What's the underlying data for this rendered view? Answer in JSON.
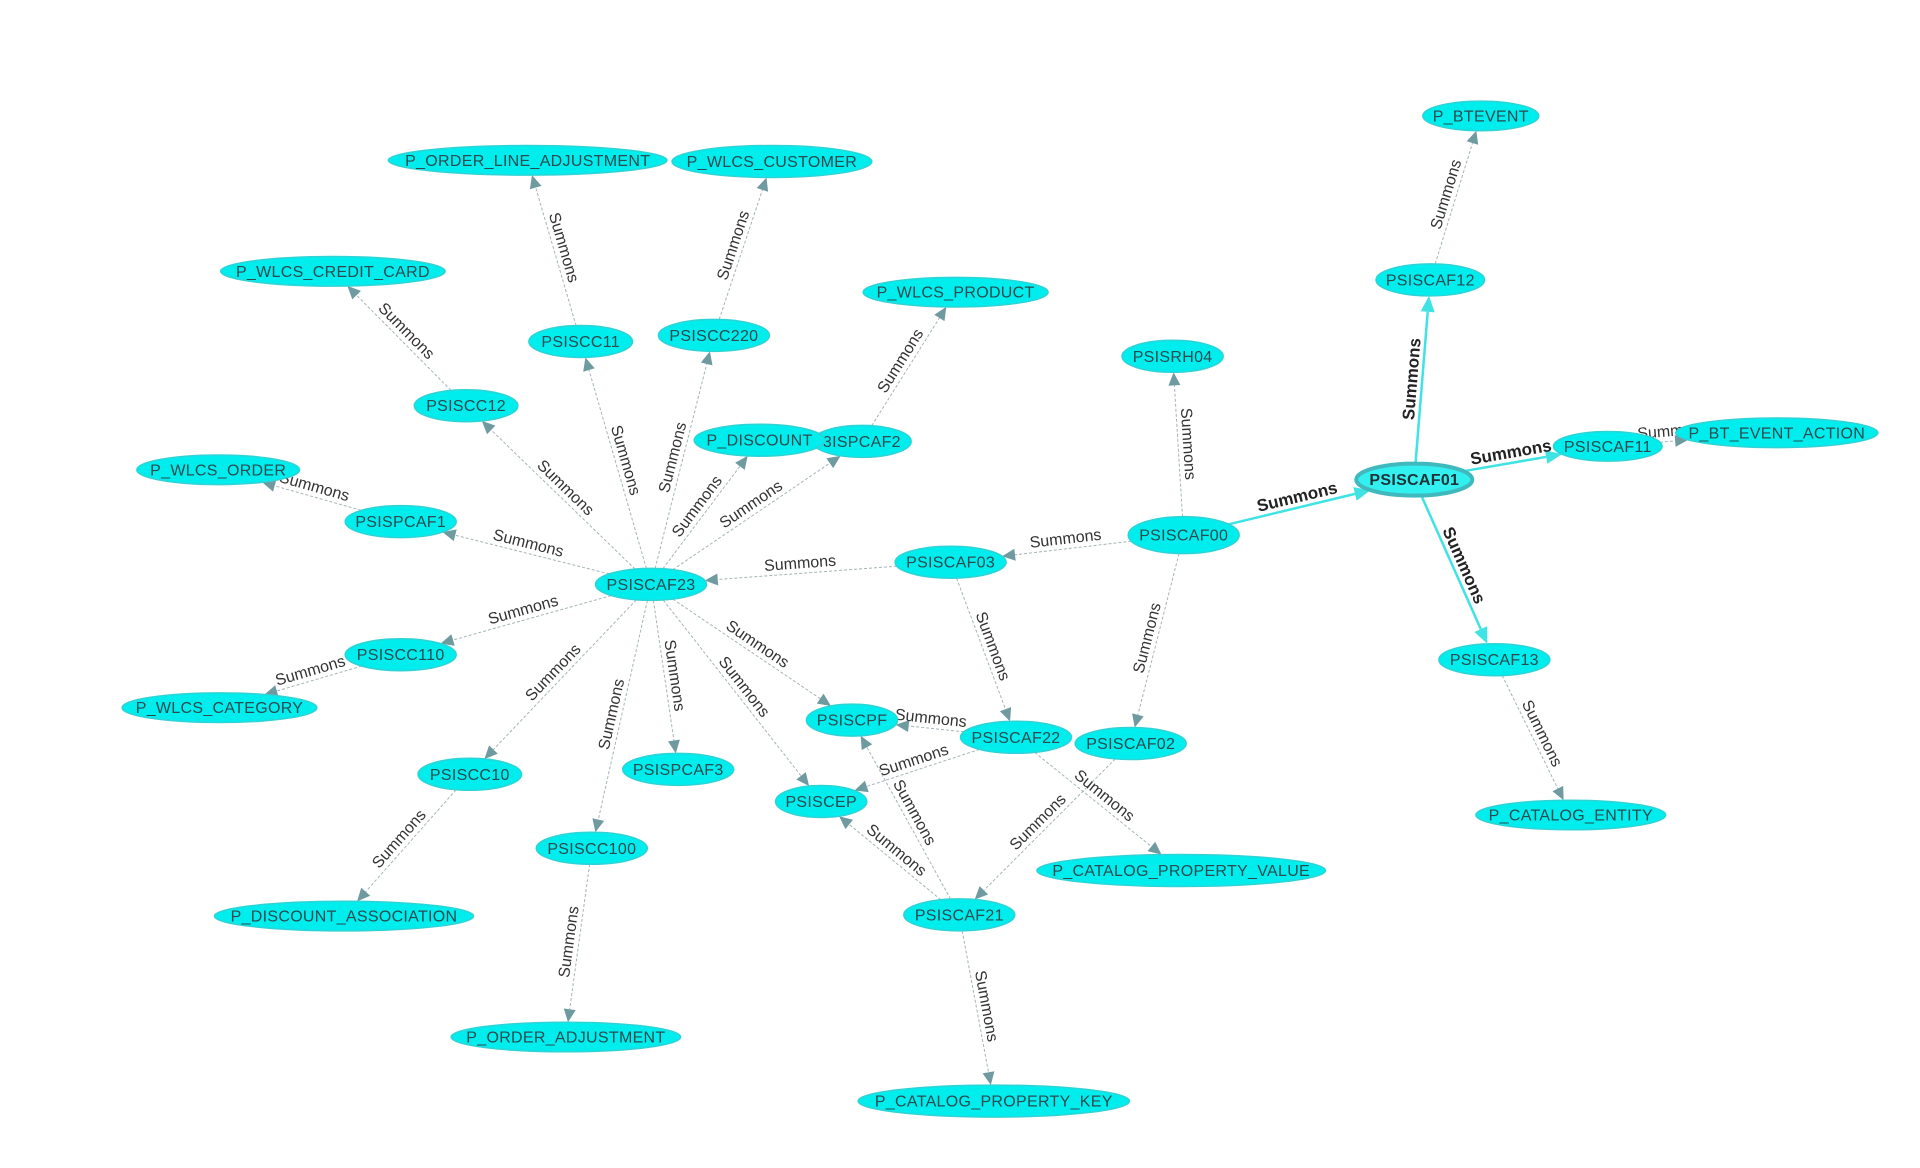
{
  "graph": {
    "edge_label": "Summons",
    "node_fill": "#00eded",
    "strong_edge_color": "#3fe3e3",
    "edge_color": "#a5b4b6",
    "nodes": [
      {
        "id": "PSISCAF01",
        "label": "PSISCAF01",
        "central": true
      },
      {
        "id": "PSISCAF00",
        "label": "PSISCAF00"
      },
      {
        "id": "PSISCAF12",
        "label": "PSISCAF12"
      },
      {
        "id": "P_BTEVENT",
        "label": "P_BTEVENT"
      },
      {
        "id": "PSISCAF11",
        "label": "PSISCAF11"
      },
      {
        "id": "P_BT_EVENT_ACTION",
        "label": "P_BT_EVENT_ACTION"
      },
      {
        "id": "PSISCAF13",
        "label": "PSISCAF13"
      },
      {
        "id": "P_CATALOG_ENTITY",
        "label": "P_CATALOG_ENTITY"
      },
      {
        "id": "PSISRH04",
        "label": "PSISRH04"
      },
      {
        "id": "PSISCAF03",
        "label": "PSISCAF03"
      },
      {
        "id": "PSISCAF02",
        "label": "PSISCAF02"
      },
      {
        "id": "PSISCAF23",
        "label": "PSISCAF23"
      },
      {
        "id": "PSISCAF22",
        "label": "PSISCAF22"
      },
      {
        "id": "PSISCAF21",
        "label": "PSISCAF21"
      },
      {
        "id": "PSISCPF",
        "label": "PSISCPF"
      },
      {
        "id": "PSISCEP",
        "label": "PSISCEP"
      },
      {
        "id": "P_CATALOG_PROPERTY_VALUE",
        "label": "P_CATALOG_PROPERTY_VALUE"
      },
      {
        "id": "P_CATALOG_PROPERTY_KEY",
        "label": "P_CATALOG_PROPERTY_KEY"
      },
      {
        "id": "PSISPCAF2",
        "label": "PSISPCAF2",
        "shown": "3ISPCAF2"
      },
      {
        "id": "P_WLCS_PRODUCT",
        "label": "P_WLCS_PRODUCT"
      },
      {
        "id": "P_DISCOUNT",
        "label": "P_DISCOUNT"
      },
      {
        "id": "PSISCC220",
        "label": "PSISCC220"
      },
      {
        "id": "P_WLCS_CUSTOMER",
        "label": "P_WLCS_CUSTOMER"
      },
      {
        "id": "PSISCC11",
        "label": "PSISCC11"
      },
      {
        "id": "P_ORDER_LINE_ADJUSTMENT",
        "label": "P_ORDER_LINE_ADJUSTMENT"
      },
      {
        "id": "PSISCC12",
        "label": "PSISCC12"
      },
      {
        "id": "P_WLCS_CREDIT_CARD",
        "label": "P_WLCS_CREDIT_CARD"
      },
      {
        "id": "PSISPCAF1",
        "label": "PSISPCAF1"
      },
      {
        "id": "P_WLCS_ORDER",
        "label": "P_WLCS_ORDER"
      },
      {
        "id": "PSISCC110",
        "label": "PSISCC110"
      },
      {
        "id": "P_WLCS_CATEGORY",
        "label": "P_WLCS_CATEGORY"
      },
      {
        "id": "PSISCC10",
        "label": "PSISCC10"
      },
      {
        "id": "P_DISCOUNT_ASSOCIATION",
        "label": "P_DISCOUNT_ASSOCIATION"
      },
      {
        "id": "PSISCC100",
        "label": "PSISCC100"
      },
      {
        "id": "P_ORDER_ADJUSTMENT",
        "label": "P_ORDER_ADJUSTMENT"
      },
      {
        "id": "PSISPCAF3",
        "label": "PSISPCAF3"
      }
    ],
    "edges": [
      {
        "from": "PSISCAF01",
        "to": "PSISCAF12",
        "strong": true
      },
      {
        "from": "PSISCAF01",
        "to": "PSISCAF11",
        "strong": true
      },
      {
        "from": "PSISCAF01",
        "to": "PSISCAF13",
        "strong": true
      },
      {
        "from": "PSISCAF00",
        "to": "PSISCAF01",
        "strong": true
      },
      {
        "from": "PSISCAF12",
        "to": "P_BTEVENT"
      },
      {
        "from": "PSISCAF11",
        "to": "P_BT_EVENT_ACTION"
      },
      {
        "from": "PSISCAF13",
        "to": "P_CATALOG_ENTITY"
      },
      {
        "from": "PSISCAF00",
        "to": "PSISRH04"
      },
      {
        "from": "PSISCAF00",
        "to": "PSISCAF03"
      },
      {
        "from": "PSISCAF00",
        "to": "PSISCAF02"
      },
      {
        "from": "PSISCAF03",
        "to": "PSISCAF23"
      },
      {
        "from": "PSISCAF03",
        "to": "PSISCAF22"
      },
      {
        "from": "PSISCAF02",
        "to": "PSISCAF21"
      },
      {
        "from": "PSISCAF23",
        "to": "PSISPCAF2"
      },
      {
        "from": "PSISCAF23",
        "to": "P_DISCOUNT"
      },
      {
        "from": "PSISCAF23",
        "to": "PSISCC220"
      },
      {
        "from": "PSISCAF23",
        "to": "PSISCC11"
      },
      {
        "from": "PSISCAF23",
        "to": "PSISCC12"
      },
      {
        "from": "PSISCAF23",
        "to": "PSISPCAF1"
      },
      {
        "from": "PSISCAF23",
        "to": "PSISCC110"
      },
      {
        "from": "PSISCAF23",
        "to": "PSISCC10"
      },
      {
        "from": "PSISCAF23",
        "to": "PSISCC100"
      },
      {
        "from": "PSISCAF23",
        "to": "PSISPCAF3"
      },
      {
        "from": "PSISCAF23",
        "to": "PSISCPF"
      },
      {
        "from": "PSISCAF23",
        "to": "PSISCEP"
      },
      {
        "from": "PSISPCAF2",
        "to": "P_WLCS_PRODUCT"
      },
      {
        "from": "PSISCC220",
        "to": "P_WLCS_CUSTOMER"
      },
      {
        "from": "PSISCC11",
        "to": "P_ORDER_LINE_ADJUSTMENT"
      },
      {
        "from": "PSISCC12",
        "to": "P_WLCS_CREDIT_CARD"
      },
      {
        "from": "PSISPCAF1",
        "to": "P_WLCS_ORDER"
      },
      {
        "from": "PSISCC110",
        "to": "P_WLCS_CATEGORY"
      },
      {
        "from": "PSISCC10",
        "to": "P_DISCOUNT_ASSOCIATION"
      },
      {
        "from": "PSISCC100",
        "to": "P_ORDER_ADJUSTMENT"
      },
      {
        "from": "PSISCAF22",
        "to": "PSISCPF"
      },
      {
        "from": "PSISCAF22",
        "to": "PSISCEP"
      },
      {
        "from": "PSISCAF22",
        "to": "P_CATALOG_PROPERTY_VALUE"
      },
      {
        "from": "PSISCAF21",
        "to": "PSISCPF"
      },
      {
        "from": "PSISCAF21",
        "to": "PSISCEP"
      },
      {
        "from": "PSISCAF21",
        "to": "P_CATALOG_PROPERTY_KEY"
      }
    ]
  }
}
